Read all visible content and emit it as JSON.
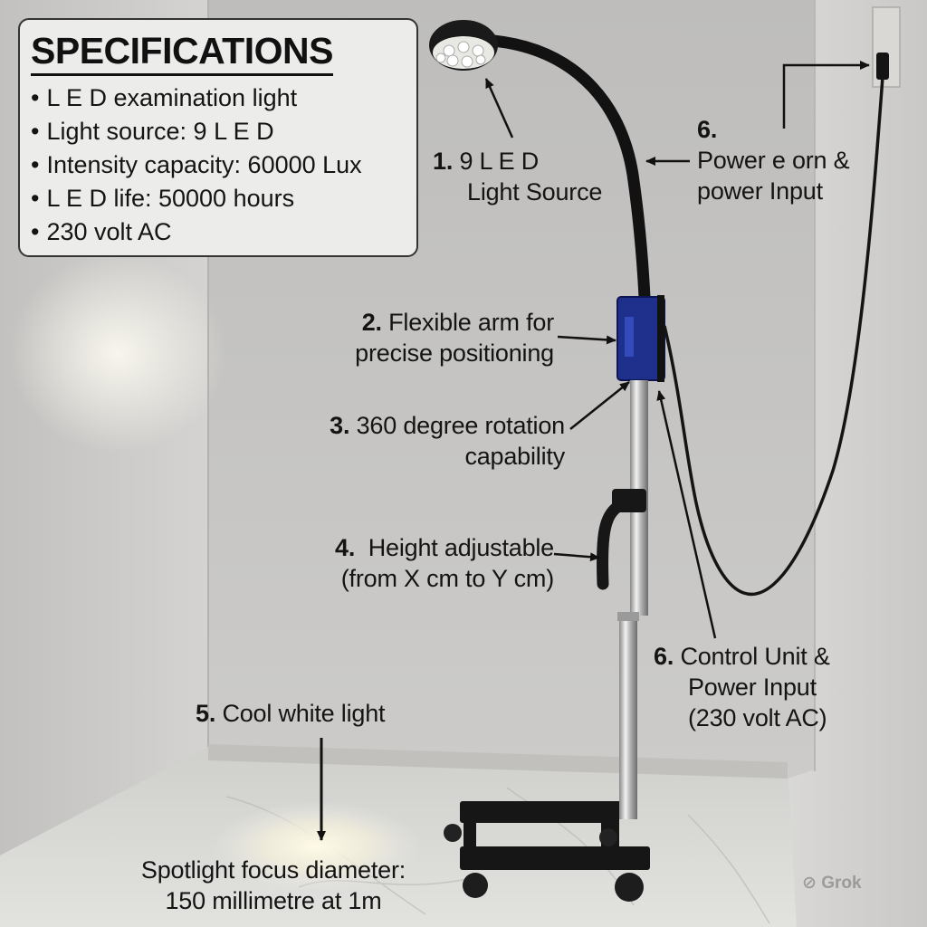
{
  "specifications": {
    "title": "SPECIFICATIONS",
    "items": [
      "L E D examination light",
      "Light source: 9 L E D",
      "Intensity capacity: 60000 Lux",
      "L E D life: 50000 hours",
      "230 volt AC"
    ]
  },
  "callouts": {
    "c1": {
      "num": "1.",
      "line1": "9 L E D",
      "line2": "Light Source"
    },
    "c2": {
      "num": "2.",
      "line1": "Flexible arm for",
      "line2": "precise positioning"
    },
    "c3": {
      "num": "3.",
      "line1": "360 degree rotation",
      "line2": "capability"
    },
    "c4": {
      "num": "4.",
      "line1": "Height adjustable",
      "line2": "(from X cm to Y cm)"
    },
    "c5": {
      "num": "5.",
      "line1": "Cool white light"
    },
    "c6a": {
      "num": "6.",
      "line1": "Power e orn &",
      "line2": "power Input"
    },
    "c6b": {
      "num": "6.",
      "line1": "Control Unit &",
      "line2": "Power Input",
      "line3": "(230 volt AC)"
    },
    "spotlight": {
      "line1": "Spotlight focus diameter:",
      "line2": "150 millimetre at 1m"
    }
  },
  "watermark": {
    "text": "Grok"
  },
  "colors": {
    "wall": "#c9c8c6",
    "floor": "#d8d8d5",
    "control_unit": "#1e2f8a",
    "text": "#141414"
  }
}
